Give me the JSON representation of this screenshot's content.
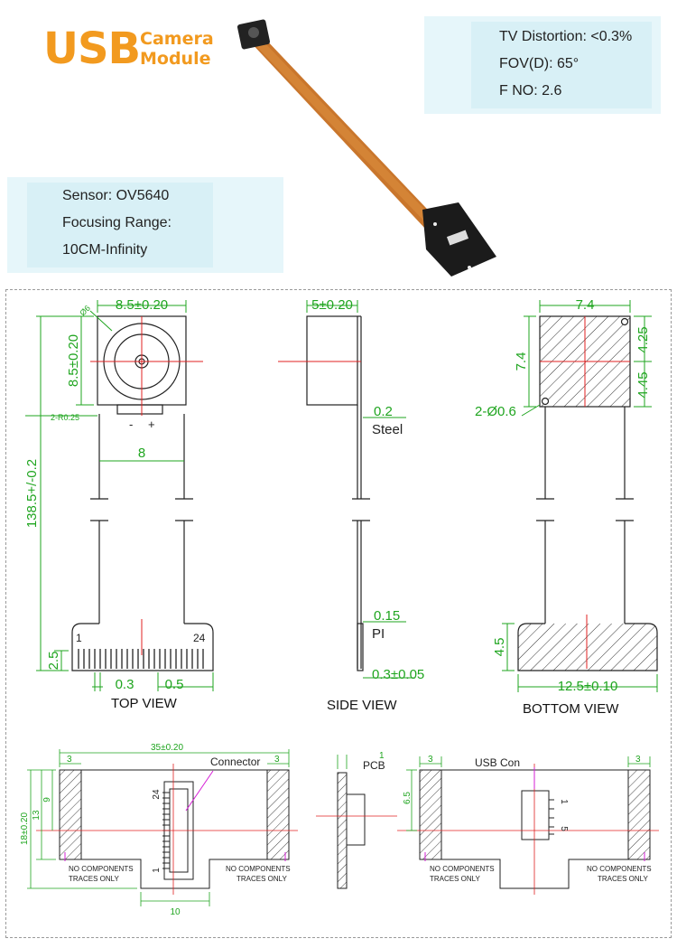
{
  "brand": {
    "usb": "USB",
    "line1": "Camera",
    "line2": "Module"
  },
  "spec_right": [
    "TV Distortion: <0.3%",
    "FOV(D): 65°",
    "F NO: 2.6"
  ],
  "spec_left": [
    "Sensor: OV5640",
    "Focusing Range:",
    "10CM-Infinity"
  ],
  "top_view": {
    "title": "TOP VIEW",
    "dim_width": "8.5±0.20",
    "dim_height": "8.5±0.20",
    "dim_diameter": "Ø6",
    "dim_corner": "2-R0.25",
    "dim_cable": "8",
    "dim_length": "138.5+/-0.2",
    "dim_tail": "2.5",
    "dim_pitch": "0.3",
    "dim_edge": "0.5",
    "pin_first": "1",
    "pin_last": "24",
    "minus": "-",
    "plus": "+"
  },
  "side_view": {
    "title": "SIDE VIEW",
    "dim_depth": "5±0.20",
    "dim_steel_thick": "0.2",
    "steel": "Steel",
    "dim_pi_thick": "0.15",
    "pi": "PI",
    "dim_end": "0.3±0.05"
  },
  "bottom_view": {
    "title": "BOTTOM VIEW",
    "dim_width": "7.4",
    "dim_height": "7.4",
    "dim_top": "4.25",
    "dim_bottom": "4.45",
    "dim_holes": "2-Ø0.6",
    "dim_tail_h": "4.5",
    "dim_tail_w": "12.5±0.10"
  },
  "board": {
    "dim_total": "35±0.20",
    "dim_margin_l": "3",
    "dim_margin_r": "3",
    "connector": "Connector",
    "dim_18": "18±0.20",
    "dim_13": "13",
    "dim_9": "9",
    "pin_24": "24",
    "pin_1": "1",
    "dim_10": "10",
    "no_comp_l": "NO COMPONENTS",
    "traces_l": "TRACES ONLY",
    "no_comp_r": "NO COMPONENTS",
    "traces_r": "TRACES ONLY"
  },
  "pcb_side": {
    "dim": "1",
    "label": "PCB"
  },
  "usb_board": {
    "usb_con": "USB Con",
    "dim_margin_l": "3",
    "dim_margin_r": "3",
    "dim_65": "6.5",
    "pin_1": "1",
    "pin_5": "5",
    "no_comp_l": "NO COMPONENTS",
    "traces_l": "TRACES ONLY",
    "no_comp_r": "NO COMPONENTS",
    "traces_r": "TRACES ONLY"
  },
  "colors": {
    "brand": "#f29a1f",
    "dim": "#1fa51f",
    "center": "#e02020",
    "spec_bg": "#e6f6fa",
    "cable": "#c9762c"
  }
}
